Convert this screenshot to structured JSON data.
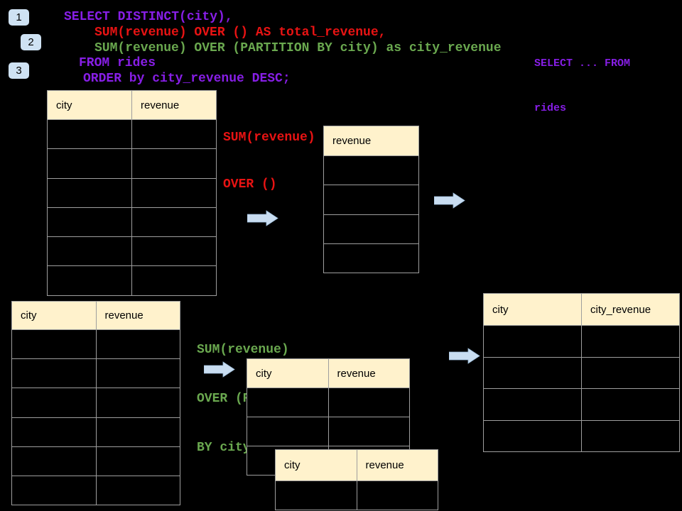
{
  "colors": {
    "purple": "#871ee6",
    "red": "#e81313",
    "green": "#6aa84f",
    "chip_bg": "#cfe2f3",
    "header_bg": "#fff2cc",
    "border": "#9e9e9e",
    "arrow": "#c9ddf1",
    "arrow_edge": "#9fc0de"
  },
  "steps": [
    {
      "label": "1"
    },
    {
      "label": "2"
    },
    {
      "label": "3"
    }
  ],
  "sql": {
    "line1": "SELECT DISTINCT(city),",
    "line2": "SUM(revenue) OVER () AS total_revenue,",
    "line3": "SUM(revenue) OVER (PARTITION BY city) as city_revenue",
    "line4": "FROM rides",
    "line5": "ORDER by city_revenue DESC;"
  },
  "side_code": {
    "line1": "SELECT ... FROM",
    "line2": "rides"
  },
  "labels": {
    "total": {
      "line1": "SUM(revenue)",
      "line2": "OVER ()"
    },
    "partition": {
      "line1": "SUM(revenue)",
      "line2": "OVER (PARTITION",
      "line3": "BY city)"
    }
  },
  "tables": {
    "source_top": {
      "headers": [
        "city",
        "revenue"
      ],
      "rows": 6
    },
    "total_revenue": {
      "headers": [
        "revenue"
      ],
      "rows": 4
    },
    "source_bottom": {
      "headers": [
        "city",
        "revenue"
      ],
      "rows": 6
    },
    "partition_mid": {
      "headers": [
        "city",
        "revenue"
      ],
      "rows": 3
    },
    "partition_overlay": {
      "headers": [
        "city",
        "revenue"
      ],
      "rows": 1
    },
    "city_revenue": {
      "headers": [
        "city",
        "city_revenue"
      ],
      "rows": 4
    }
  }
}
